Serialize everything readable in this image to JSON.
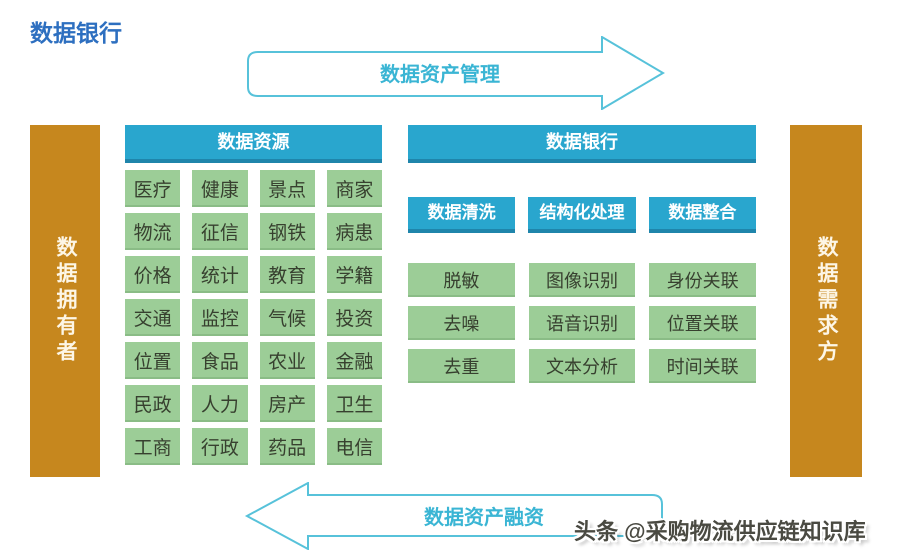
{
  "title": "数据银行",
  "flows": {
    "top": "数据资产管理",
    "bottom": "数据资产融资"
  },
  "actors": {
    "owner": "数据拥有者",
    "demander": "数据需求方"
  },
  "resources": {
    "header": "数据资源",
    "cells": [
      "医疗",
      "健康",
      "景点",
      "商家",
      "物流",
      "征信",
      "钢铁",
      "病患",
      "价格",
      "统计",
      "教育",
      "学籍",
      "交通",
      "监控",
      "气候",
      "投资",
      "位置",
      "食品",
      "农业",
      "金融",
      "民政",
      "人力",
      "房产",
      "卫生",
      "工商",
      "行政",
      "药品",
      "电信"
    ]
  },
  "bank": {
    "header": "数据银行",
    "processes": [
      "数据清洗",
      "结构化处理",
      "数据整合"
    ],
    "capabilities": [
      "脱敏",
      "图像识别",
      "身份关联",
      "去噪",
      "语音识别",
      "位置关联",
      "去重",
      "文本分析",
      "时间关联"
    ]
  },
  "watermark": "头条 @采购物流供应链知识库",
  "colors": {
    "accent_blue": "#29a6ce",
    "accent_blue_dark": "#1f85ab",
    "cell_green": "#9ccd97",
    "actor_orange": "#c6871e",
    "arrow_teal_outline": "#57c2da",
    "arrow_teal_text": "#3ab5d4",
    "title_blue": "#2d6fc0"
  }
}
